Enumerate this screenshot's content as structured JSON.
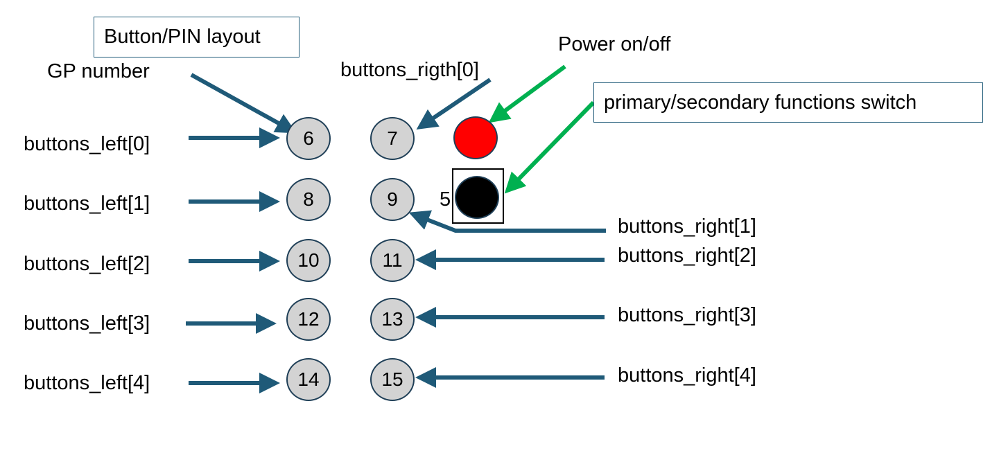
{
  "title": "Button/PIN layout",
  "labels": {
    "gp_number": "GP number",
    "buttons_rigth_0": "buttons_rigth[0]",
    "power": "Power on/off",
    "switch_label": "primary/secondary functions switch",
    "left": [
      "buttons_left[0]",
      "buttons_left[1]",
      "buttons_left[2]",
      "buttons_left[3]",
      "buttons_left[4]"
    ],
    "right": [
      "buttons_right[1]",
      "buttons_right[2]",
      "buttons_right[3]",
      "buttons_right[4]"
    ]
  },
  "pins": {
    "left": [
      "6",
      "8",
      "10",
      "12",
      "14"
    ],
    "right": [
      "7",
      "9",
      "11",
      "13",
      "15"
    ],
    "switch_pin": "5"
  },
  "colors": {
    "arrow_blue": "#1f5a78",
    "arrow_green": "#00b050",
    "pin_fill": "#d3d3d3",
    "power_led": "#ff0000",
    "switch_led": "#000000"
  }
}
